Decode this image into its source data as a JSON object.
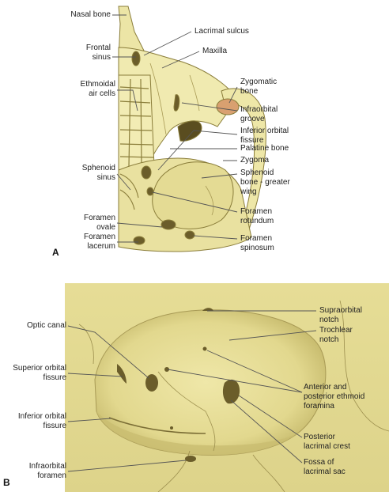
{
  "panels": {
    "a": {
      "letter": "A",
      "labels": [
        {
          "id": "nasal-bone",
          "text": "Nasal bone"
        },
        {
          "id": "lacrimal-sulcus",
          "text": "Lacrimal sulcus"
        },
        {
          "id": "frontal-sinus",
          "text": "Frontal\nsinus"
        },
        {
          "id": "maxilla",
          "text": "Maxilla"
        },
        {
          "id": "zygomatic-bone",
          "text": "Zygomatic\nbone"
        },
        {
          "id": "ethmoidal-air-cells",
          "text": "Ethmoidal\nair cells"
        },
        {
          "id": "infraorbital-groove",
          "text": "Infraorbital\ngroove"
        },
        {
          "id": "inferior-orbital-fissure",
          "text": "Inferior orbital\nfissure"
        },
        {
          "id": "palatine-bone",
          "text": "Palatine bone"
        },
        {
          "id": "zygoma",
          "text": "Zygoma"
        },
        {
          "id": "sphenoid-sinus",
          "text": "Sphenoid\nsinus"
        },
        {
          "id": "sphenoid-greater-wing",
          "text": "Sphenoid\nbone - greater\nwing"
        },
        {
          "id": "foramen-rotundum",
          "text": "Foramen\nrotundum"
        },
        {
          "id": "foramen-ovale",
          "text": "Foramen\novale"
        },
        {
          "id": "foramen-lacerum",
          "text": "Foramen\nlacerum"
        },
        {
          "id": "foramen-spinosum",
          "text": "Foramen\nspinosum"
        }
      ]
    },
    "b": {
      "letter": "B",
      "labels": [
        {
          "id": "supraorbital-notch",
          "text": "Supraorbital\nnotch"
        },
        {
          "id": "optic-canal",
          "text": "Optic canal"
        },
        {
          "id": "trochlear-notch",
          "text": "Trochlear\nnotch"
        },
        {
          "id": "superior-orbital-fissure",
          "text": "Superior orbital\nfissure"
        },
        {
          "id": "ethmoid-foramina",
          "text": "Anterior and\nposterior ethmoid\nforamina"
        },
        {
          "id": "inferior-orbital-fissure-b",
          "text": "Inferior orbital\nfissure"
        },
        {
          "id": "posterior-lacrimal-crest",
          "text": "Posterior\nlacrimal crest"
        },
        {
          "id": "fossa-lacrimal-sac",
          "text": "Fossa of\nlacrimal sac"
        },
        {
          "id": "infraorbital-foramen",
          "text": "Infraorbital\nforamen"
        }
      ]
    }
  },
  "colors": {
    "bone": "#f0eab0",
    "bone_dark": "#ddd38a",
    "bone_shadow": "#c9bd70",
    "outline": "#8a7d3a",
    "hole": "#6b5d2a",
    "marrow": "#d9a070",
    "leader": "#555555"
  }
}
